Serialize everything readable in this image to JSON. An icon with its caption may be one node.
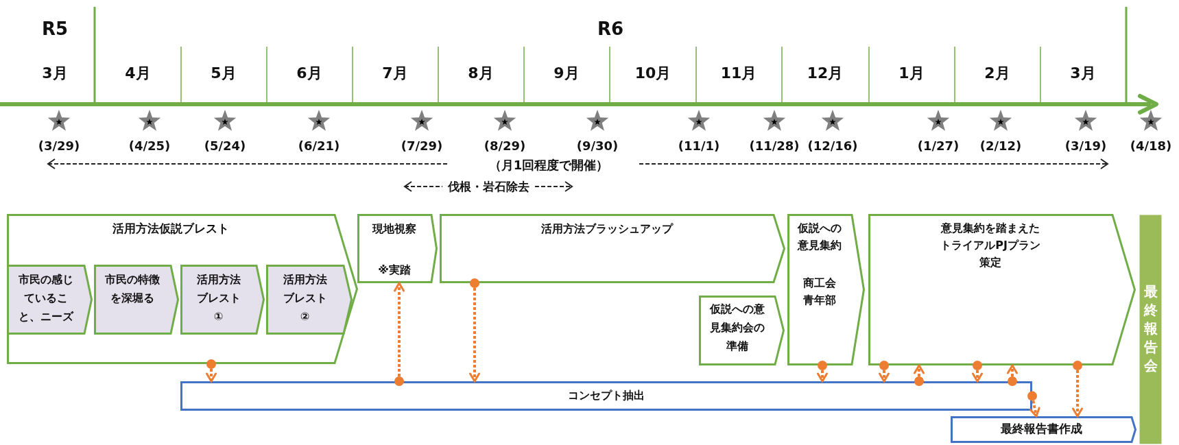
{
  "diagram": {
    "nodes": [
      {
        "text": [
          "活用方法仮説ブレスト"
        ]
      },
      {
        "text": [
          "市民の感じていること、ニーズ"
        ],
        "in": 0
      },
      {
        "text": [
          "市民の特徴を深堀る"
        ],
        "in": 0
      },
      {
        "text": [
          "活用方法ブレスト①"
        ],
        "in": 0
      },
      {
        "text": [
          "活用方法ブレスト②"
        ],
        "in": 0
      },
      {
        "text": [
          "現地視察",
          "※実踏"
        ]
      },
      {
        "text": [
          "活用方法ブラッシュアップ"
        ]
      },
      {
        "text": [
          "仮説への意見集約会の準備"
        ]
      },
      {
        "text": [
          "仮説への意見集約",
          "商工会青年部"
        ]
      },
      {
        "text": [
          "意見集約を踏まえたトライアルPJプラン策定"
        ]
      },
      {
        "text": [
          "最終報告会"
        ]
      },
      {
        "text": [
          "コンセプト抽出"
        ]
      },
      {
        "text": [
          "最終報告書作成"
        ]
      }
    ],
    "edges": [
      {
        "from": 0,
        "to": 11,
        "arrow": "to",
        "style": "dashed",
        "color": "#ed7d31"
      },
      {
        "from": 11,
        "to": 5,
        "arrow": "to",
        "style": "dashed",
        "color": "#ed7d31"
      },
      {
        "from": 6,
        "to": 11,
        "arrow": "to",
        "style": "dashed",
        "color": "#ed7d31"
      },
      {
        "from": 8,
        "to": 11,
        "arrow": "to",
        "style": "dashed",
        "color": "#ed7d31"
      },
      {
        "from": 9,
        "to": 11,
        "arrow": "to",
        "style": "dashed",
        "color": "#ed7d31"
      },
      {
        "from": 11,
        "to": 9,
        "arrow": "to",
        "style": "dashed",
        "color": "#ed7d31"
      },
      {
        "from": 9,
        "to": 11,
        "arrow": "to",
        "style": "dashed",
        "color": "#ed7d31"
      },
      {
        "from": 11,
        "to": 9,
        "arrow": "to",
        "style": "dashed",
        "color": "#ed7d31"
      },
      {
        "from": 11,
        "to": 12,
        "arrow": "to",
        "style": "dashed",
        "color": "#ed7d31"
      },
      {
        "from": 9,
        "to": 12,
        "arrow": "to",
        "style": "dashed",
        "color": "#ed7d31"
      }
    ],
    "labels": [
      "R5",
      "R6",
      "3月",
      "4月",
      "5月",
      "6月",
      "7月",
      "8月",
      "9月",
      "10月",
      "11月",
      "12月",
      "1月",
      "2月",
      "3月",
      "(3/29)",
      "(4/25)",
      "(5/24)",
      "(6/21)",
      "(7/29)",
      "(8/29)",
      "(9/30)",
      "(11/1)",
      "(11/28)",
      "(12/16)",
      "(1/27)",
      "(2/12)",
      "(3/19)",
      "(4/18)",
      "（月1回程度で開催）",
      "伐根・岩石除去"
    ]
  }
}
